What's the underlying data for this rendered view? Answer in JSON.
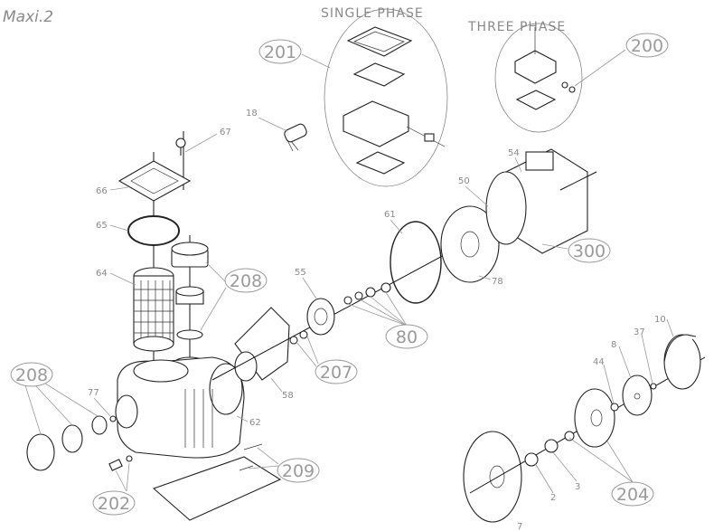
{
  "title": "Maxi.2",
  "groups": {
    "single_phase": "SINGLE PHASE",
    "three_phase": "THREE PHASE"
  },
  "callouts": {
    "c201": "201",
    "c200": "200",
    "c208a": "208",
    "c208b": "208",
    "c300": "300",
    "c80": "80",
    "c207": "207",
    "c202": "202",
    "c209": "209",
    "c204": "204"
  },
  "parts": {
    "p18": "18",
    "p67": "67",
    "p66": "66",
    "p65": "65",
    "p64": "64",
    "p55": "55",
    "p61": "61",
    "p50": "50",
    "p54": "54",
    "p78": "78",
    "p58": "58",
    "p62": "62",
    "p77": "77",
    "p10": "10",
    "p37": "37",
    "p8": "8",
    "p44": "44",
    "p3": "3",
    "p2": "2",
    "p7": "7"
  }
}
